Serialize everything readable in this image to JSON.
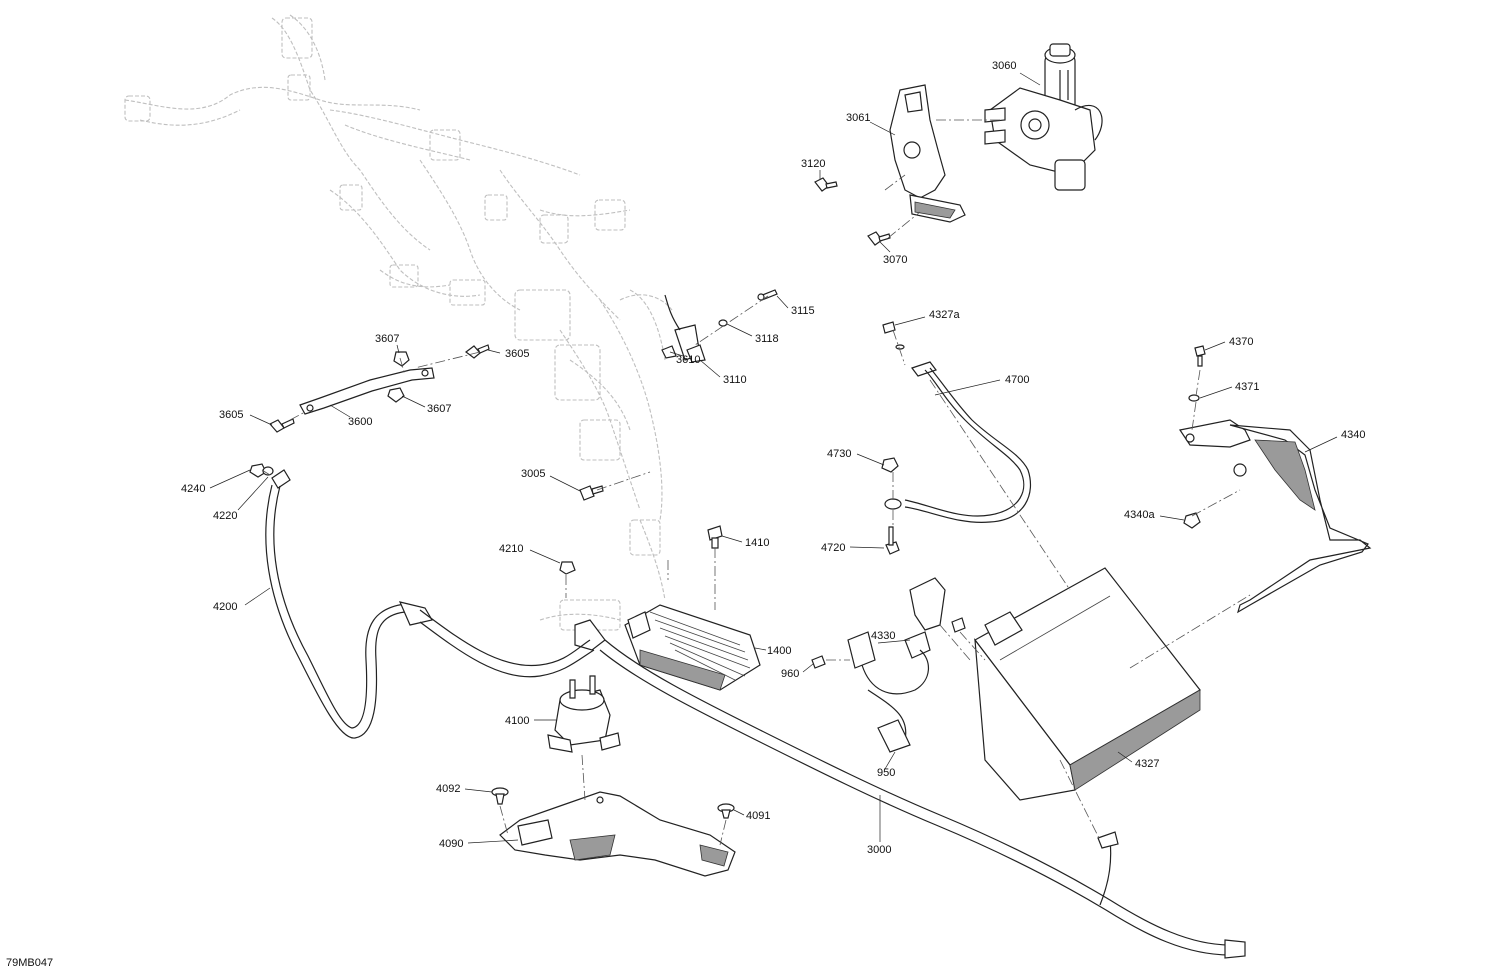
{
  "diagram_id": "79MB047",
  "labels": {
    "l3060": "3060",
    "l3061": "3061",
    "l3120": "3120",
    "l3070": "3070",
    "l3115": "3115",
    "l3118": "3118",
    "l3110": "3110",
    "l3610": "3610",
    "l3607a": "3607",
    "l3605a": "3605",
    "l3607b": "3607",
    "l3605b": "3605",
    "l3600": "3600",
    "l4327a": "4327a",
    "l4700": "4700",
    "l4370": "4370",
    "l4371": "4371",
    "l4340": "4340",
    "l4730": "4730",
    "l4720": "4720",
    "l4340a": "4340a",
    "l3005": "3005",
    "l4240": "4240",
    "l4220": "4220",
    "l4210": "4210",
    "l1410": "1410",
    "l4200": "4200",
    "l1400": "1400",
    "l4330": "4330",
    "l960": "960",
    "l4100": "4100",
    "l950": "950",
    "l4327": "4327",
    "l4092": "4092",
    "l4091": "4091",
    "l4090": "4090",
    "l3000": "3000"
  }
}
